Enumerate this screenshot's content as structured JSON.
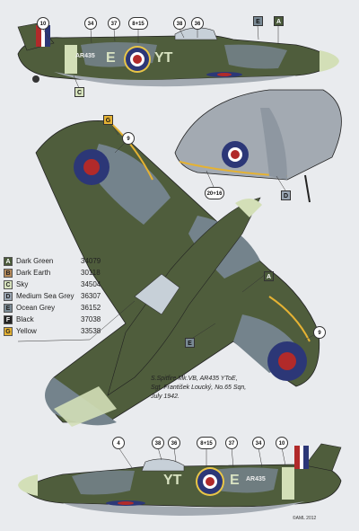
{
  "callouts": {
    "top": [
      "10",
      "34",
      "37",
      "8+15",
      "38",
      "36"
    ],
    "top_tags": [
      "E",
      "A",
      "C"
    ],
    "middle": [
      "9",
      "20+16",
      "9"
    ],
    "middle_tags": [
      "G",
      "D",
      "A",
      "E"
    ],
    "bottom": [
      "4",
      "38",
      "36",
      "8+15",
      "37",
      "34",
      "10"
    ]
  },
  "markings": {
    "registration": "AR435",
    "code_left": "E",
    "code_right": "YT",
    "code_bottom_left": "YT",
    "code_bottom_right": "E"
  },
  "legend": [
    {
      "letter": "A",
      "name": "Dark Green",
      "code": "34079",
      "color": "#4a5a3a"
    },
    {
      "letter": "B",
      "name": "Dark Earth",
      "code": "30118",
      "color": "#b58a5a"
    },
    {
      "letter": "C",
      "name": "Sky",
      "code": "34504",
      "color": "#d8e4bf"
    },
    {
      "letter": "D",
      "name": "Medium Sea Grey",
      "code": "36307",
      "color": "#9aa6b3"
    },
    {
      "letter": "E",
      "name": "Ocean Grey",
      "code": "36152",
      "color": "#7a8a95"
    },
    {
      "letter": "F",
      "name": "Black",
      "code": "37038",
      "color": "#222222"
    },
    {
      "letter": "G",
      "name": "Yellow",
      "code": "33538",
      "color": "#e5b233"
    }
  ],
  "caption": [
    "S.Spitfire Mk.VB, AR435 YToE,",
    "Sgt. František Loucký, No.65 Sqn,",
    "July 1942."
  ],
  "copyright": "©AML 2012",
  "colors": {
    "dark_green": "#4f5d3c",
    "ocean_grey": "#74838c",
    "sea_grey": "#a3aab2",
    "sky": "#d3dfb7",
    "roundel_blue": "#2c3777",
    "roundel_red": "#b12a2a",
    "yellow": "#e5b233"
  }
}
